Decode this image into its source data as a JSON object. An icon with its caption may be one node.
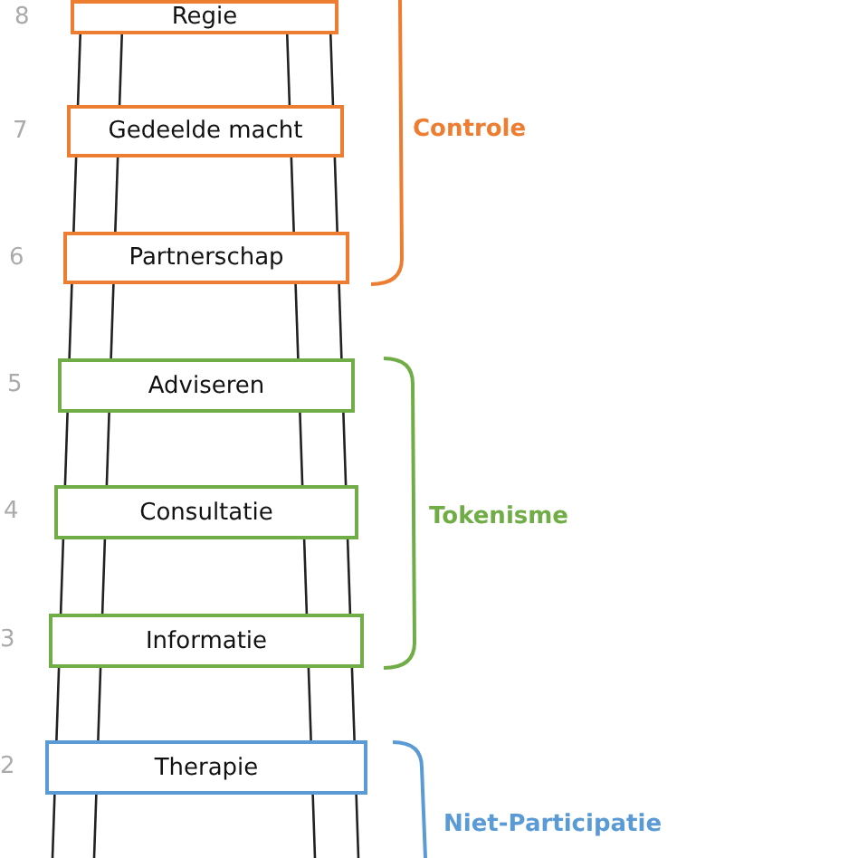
{
  "diagram": {
    "nodes": [
      {
        "text": [
          "Regie"
        ],
        "beside": [
          "8"
        ]
      },
      {
        "text": [
          "Gedeelde macht"
        ],
        "beside": [
          "7"
        ]
      },
      {
        "text": [
          "Partnerschap"
        ],
        "beside": [
          "6"
        ]
      },
      {
        "text": [
          "Adviseren"
        ],
        "beside": [
          "5"
        ]
      },
      {
        "text": [
          "Consultatie"
        ],
        "beside": [
          "4"
        ]
      },
      {
        "text": [
          "Informatie"
        ],
        "beside": [
          "3"
        ]
      },
      {
        "text": [
          "Therapie"
        ],
        "beside": [
          "2"
        ]
      }
    ],
    "labels": [
      "Controle",
      "Tokenisme",
      "Niet-Participatie"
    ]
  }
}
